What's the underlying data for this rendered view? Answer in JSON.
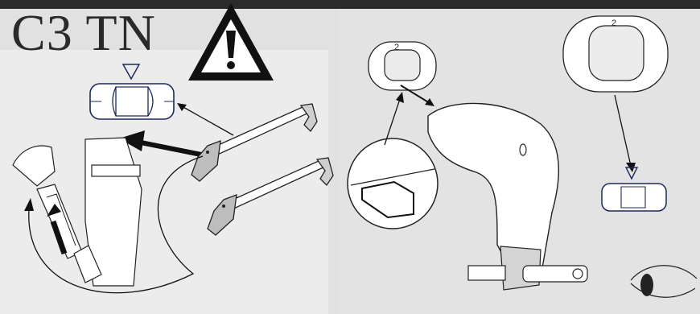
{
  "header": {
    "title": "C3 TN"
  },
  "right": {
    "cover_small_number": "2",
    "cover_large_number": "2"
  },
  "icons": {
    "warning": "warning-triangle-icon",
    "car_top": "car-top-view-icon",
    "eye": "eye-icon"
  },
  "colors": {
    "top_band": "#2b2b2b",
    "background": "#e1e1e1",
    "line": "#1a1a1a",
    "car_fill": "#ffffff",
    "car_outline": "#1d2a5a"
  }
}
